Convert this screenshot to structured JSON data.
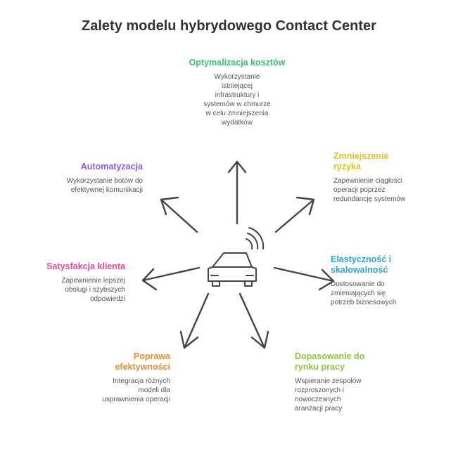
{
  "title": "Zalety modelu hybrydowego Contact Center",
  "center_icon": "connected-car-icon",
  "benefits": [
    {
      "title": "Optymalizacja kosztów",
      "desc": "Wykorzystanie istniejącej infrastruktury i systemów w chmurze w celu zmniejszenia wydatków",
      "color": "#3dbd72"
    },
    {
      "title": "Zmniejszenie ryzyka",
      "desc": "Zapewnienie ciągłości operacji poprzez redundancję systemów",
      "color": "#e3c21a"
    },
    {
      "title": "Elastyczność i skalowalność",
      "desc": "Dostosowanie do zmieniających się potrzeb biznesowych",
      "color": "#2aa6d9"
    },
    {
      "title": "Dopasowanie do rynku pracy",
      "desc": "Wspieranie zespołów rozproszonych i nowoczesnych aranżacji pracy",
      "color": "#8cc63f"
    },
    {
      "title": "Poprawa efektywności",
      "desc": "Integracja różnych modeli dla usprawnienia operacji",
      "color": "#f08a2c"
    },
    {
      "title": "Satysfakcja klienta",
      "desc": "Zapewnienie lepszej obsługi i szybszych odpowiedzi",
      "color": "#e64a9e"
    },
    {
      "title": "Automatyzacja",
      "desc": "Wykorzystanie botów do efektywnej komunikacji",
      "color": "#8b5cf6"
    }
  ]
}
